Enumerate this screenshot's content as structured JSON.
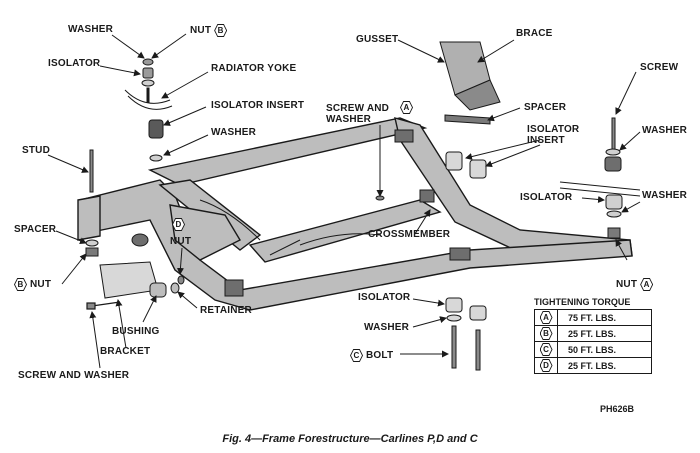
{
  "labels": {
    "washer_top": "WASHER",
    "nut_top": "NUT",
    "nut_top_key": "B",
    "isolator_top": "ISOLATOR",
    "radiator_yoke": "RADIATOR YOKE",
    "isolator_insert_left": "ISOLATOR INSERT",
    "washer_left_mid": "WASHER",
    "stud": "STUD",
    "spacer_left": "SPACER",
    "nut_left": "NUT",
    "nut_left_key": "B",
    "nut_center": "NUT",
    "nut_center_key": "D",
    "retainer": "RETAINER",
    "bushing": "BUSHING",
    "bracket": "BRACKET",
    "screw_and_washer_bottom": "SCREW AND WASHER",
    "gusset": "GUSSET",
    "brace": "BRACE",
    "screw_and_washer_mid": "SCREW AND\nWASHER",
    "screw_and_washer_mid_key": "A",
    "spacer_right": "SPACER",
    "isolator_insert_right": "ISOLATOR\nINSERT",
    "screw_right": "SCREW",
    "washer_right_top": "WASHER",
    "isolator_right": "ISOLATOR",
    "washer_right_bottom": "WASHER",
    "crossmember": "CROSSMEMBER",
    "nut_right": "NUT",
    "nut_right_key": "A",
    "isolator_bottom": "ISOLATOR",
    "washer_bottom": "WASHER",
    "bolt": "BOLT",
    "bolt_key": "C"
  },
  "torque": {
    "title": "TIGHTENING TORQUE",
    "rows": [
      {
        "key": "A",
        "value": "75 FT. LBS."
      },
      {
        "key": "B",
        "value": "25 FT. LBS."
      },
      {
        "key": "C",
        "value": "50 FT. LBS."
      },
      {
        "key": "D",
        "value": "25 FT. LBS."
      }
    ]
  },
  "figure_code": "PH626B",
  "caption": "Fig. 4—Frame Forestructure—Carlines P,D and C"
}
